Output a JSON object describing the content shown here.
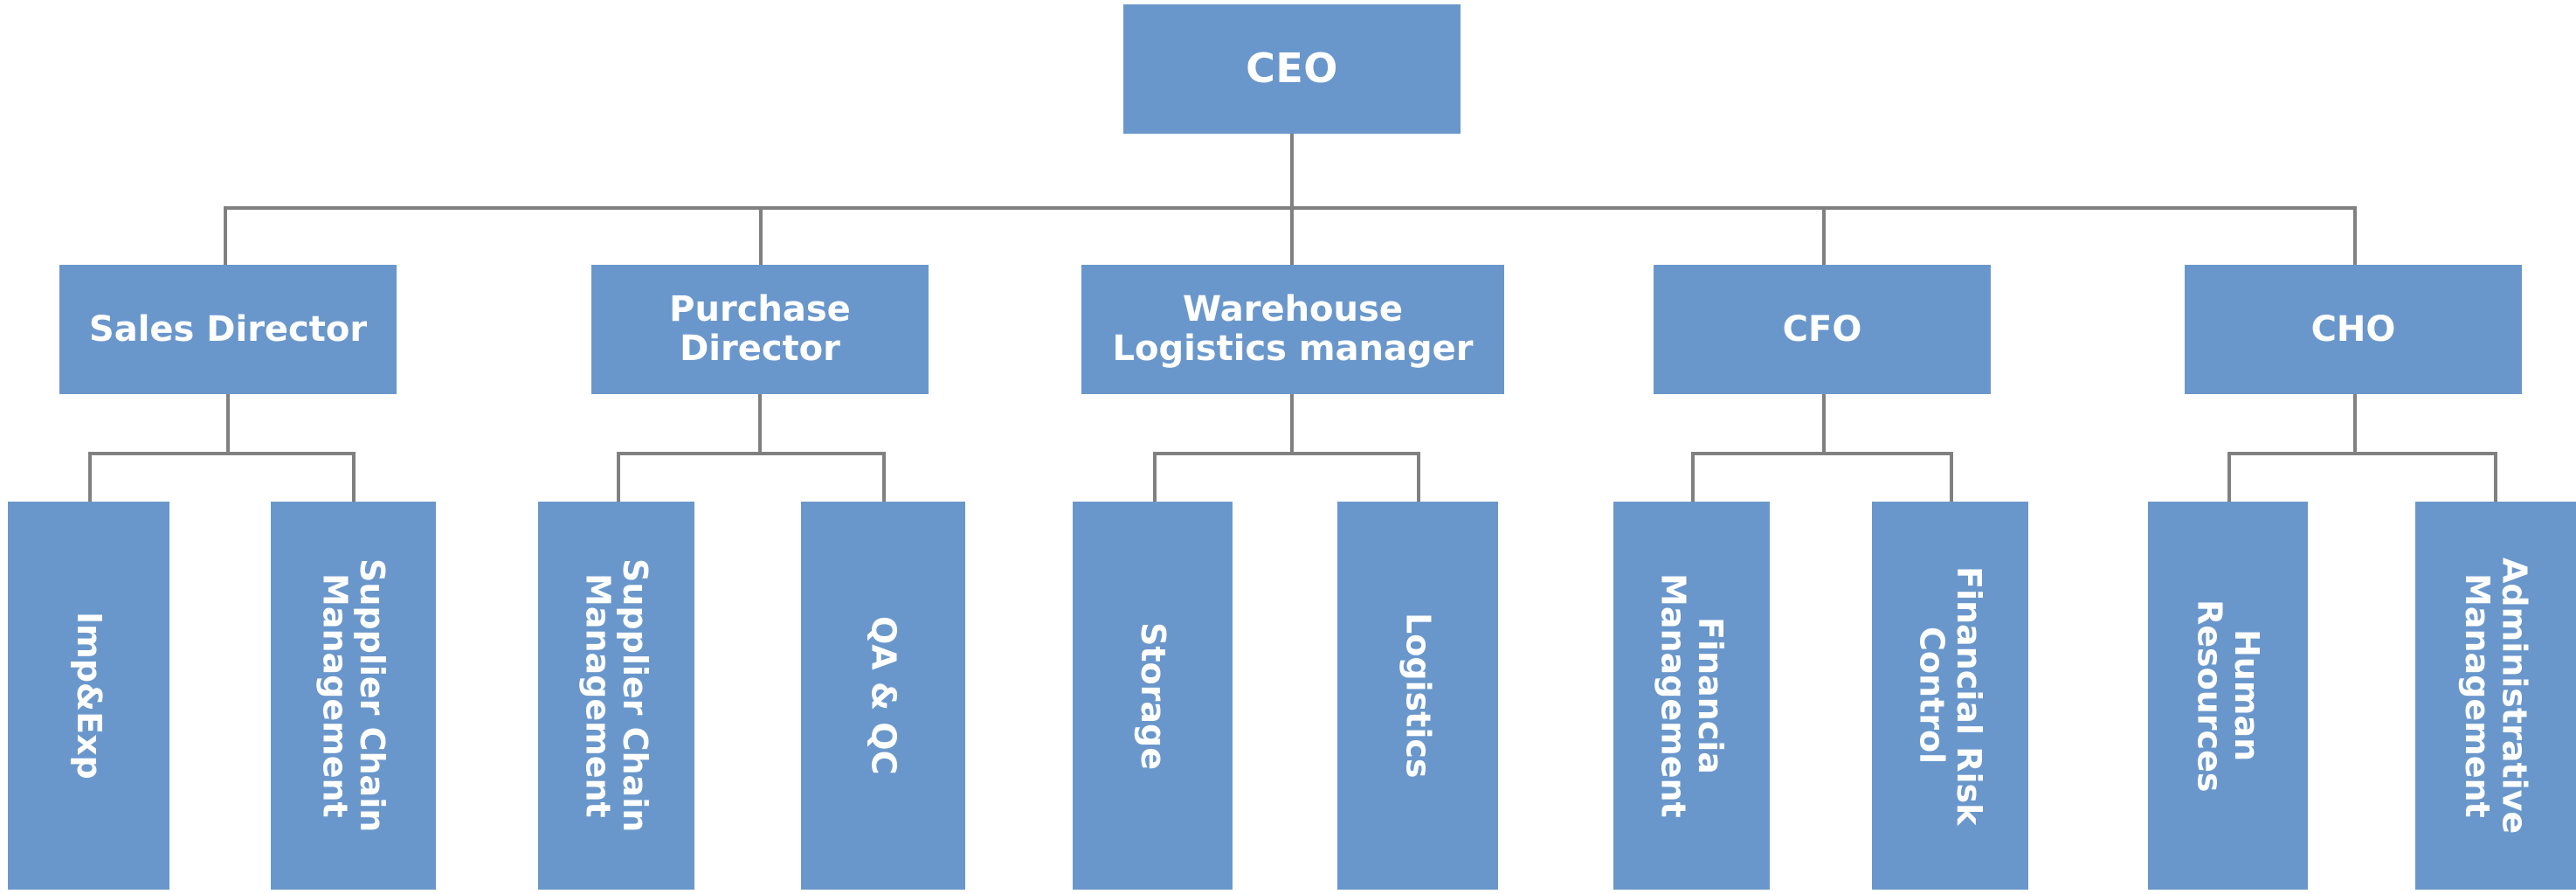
{
  "chart_title": "",
  "theme": {
    "node_fill": "#6A97CB",
    "node_text": "#FFFFFF",
    "connector": "#808080",
    "background": "#FFFFFF"
  },
  "org_chart": {
    "type": "diagram",
    "orientation": "top-down",
    "levels": 3,
    "root": {
      "id": "ceo",
      "label": "CEO"
    },
    "level2": [
      {
        "id": "sales-director",
        "label": "Sales Director"
      },
      {
        "id": "purchase-director",
        "label": "Purchase\nDirector"
      },
      {
        "id": "warehouse-logistics",
        "label": "Warehouse\nLogistics manager"
      },
      {
        "id": "cfo",
        "label": "CFO"
      },
      {
        "id": "cho",
        "label": "CHO"
      }
    ],
    "level3": [
      {
        "id": "imp-exp",
        "parent": "sales-director",
        "label": "Imp&Exp"
      },
      {
        "id": "supplier-chain-mgmt-sales",
        "parent": "sales-director",
        "label": "Supplier Chain\nManagement"
      },
      {
        "id": "supplier-chain-mgmt-purch",
        "parent": "purchase-director",
        "label": "Supplier Chain\nManagement"
      },
      {
        "id": "qa-qc",
        "parent": "purchase-director",
        "label": "QA & QC"
      },
      {
        "id": "storage",
        "parent": "warehouse-logistics",
        "label": "Storage"
      },
      {
        "id": "logistics",
        "parent": "warehouse-logistics",
        "label": "Logistics"
      },
      {
        "id": "financia-management",
        "parent": "cfo",
        "label": "Financia\nManagement"
      },
      {
        "id": "financial-risk-control",
        "parent": "cfo",
        "label": "Financial Risk\nControl"
      },
      {
        "id": "human-resources",
        "parent": "cho",
        "label": "Human\nResources"
      },
      {
        "id": "administrative-management",
        "parent": "cho",
        "label": "Administrative\nManagement"
      }
    ]
  }
}
